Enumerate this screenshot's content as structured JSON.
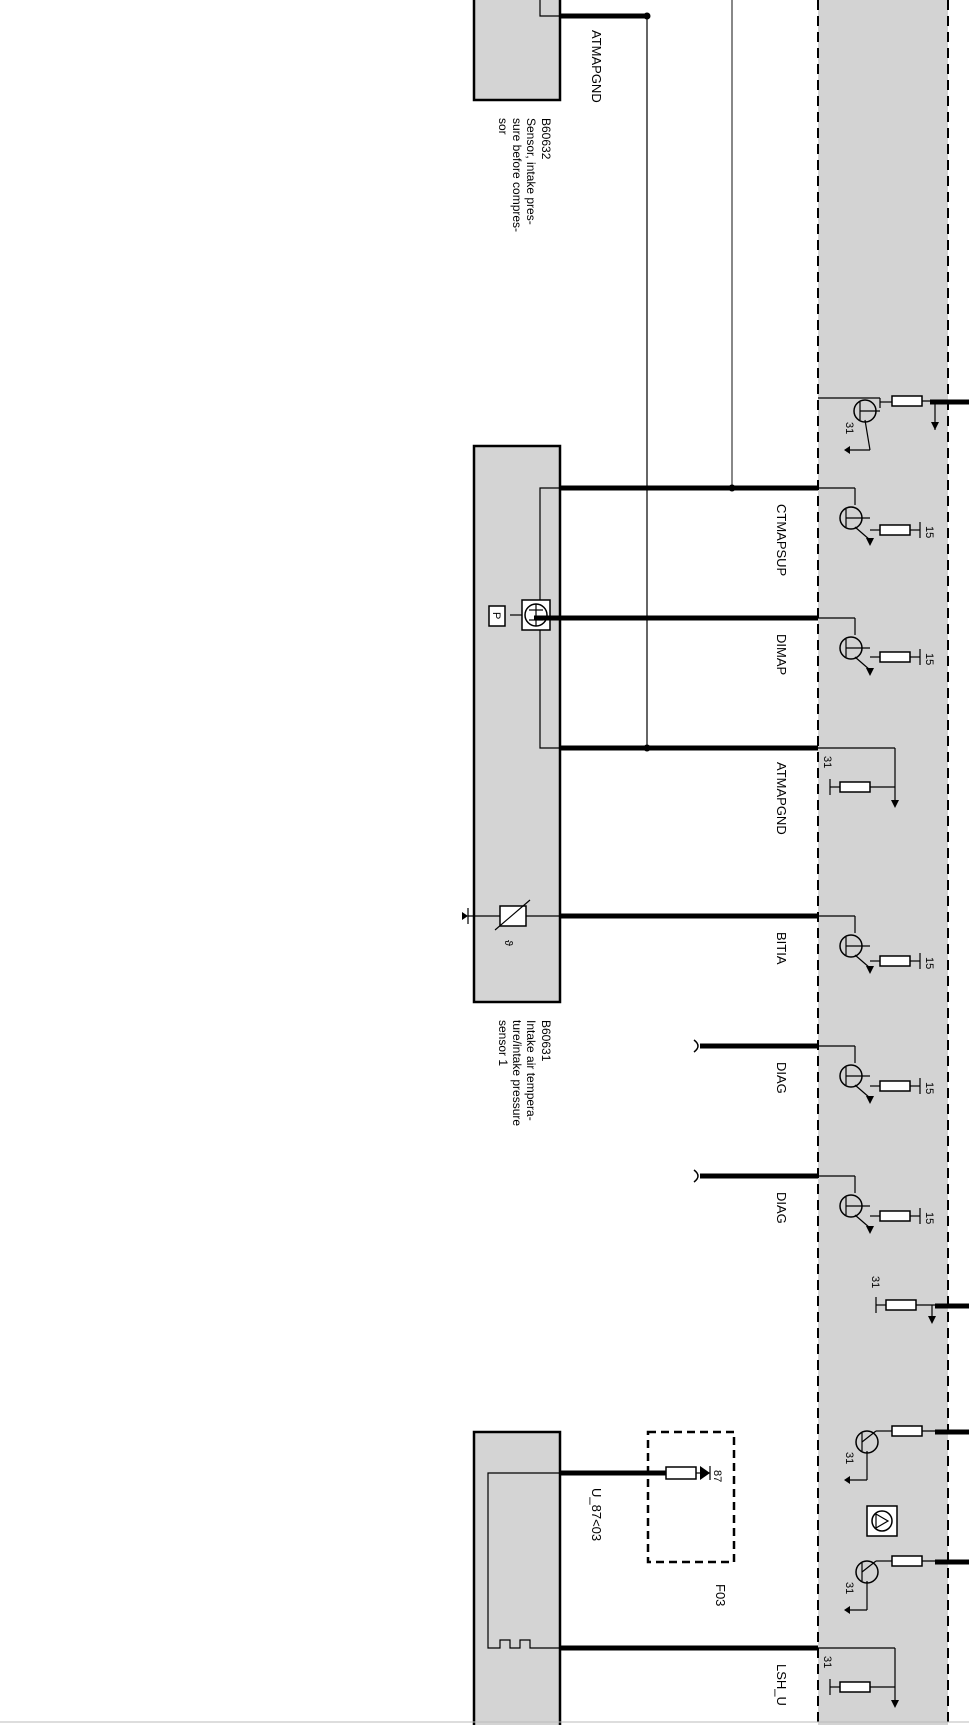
{
  "sensors": {
    "b60632": {
      "id": "B60632",
      "desc_lines": [
        "Sensor, intake pres-",
        "sure before compres-",
        "sor"
      ]
    },
    "b60631": {
      "id": "B60631",
      "desc_lines": [
        "Intake air tempera-",
        "ture/intake pressure",
        "sensor 1"
      ]
    }
  },
  "fuse": {
    "id": "F03",
    "pin": "87"
  },
  "signals": {
    "atmapgnd_top": "ATMAPGND",
    "ctmapsup": "CTMAPSUP",
    "dimap": "DIMAP",
    "atmapgnd": "ATMAPGND",
    "bitia": "BITIA",
    "diag1": "DIAG",
    "diag2": "DIAG",
    "u87": "U_87<03",
    "lsh": "LSH_U"
  },
  "pins": {
    "p15": "15",
    "p31": "31"
  },
  "symbols": {
    "pressure_symbol": "P",
    "temp_symbol": "ϑ"
  }
}
